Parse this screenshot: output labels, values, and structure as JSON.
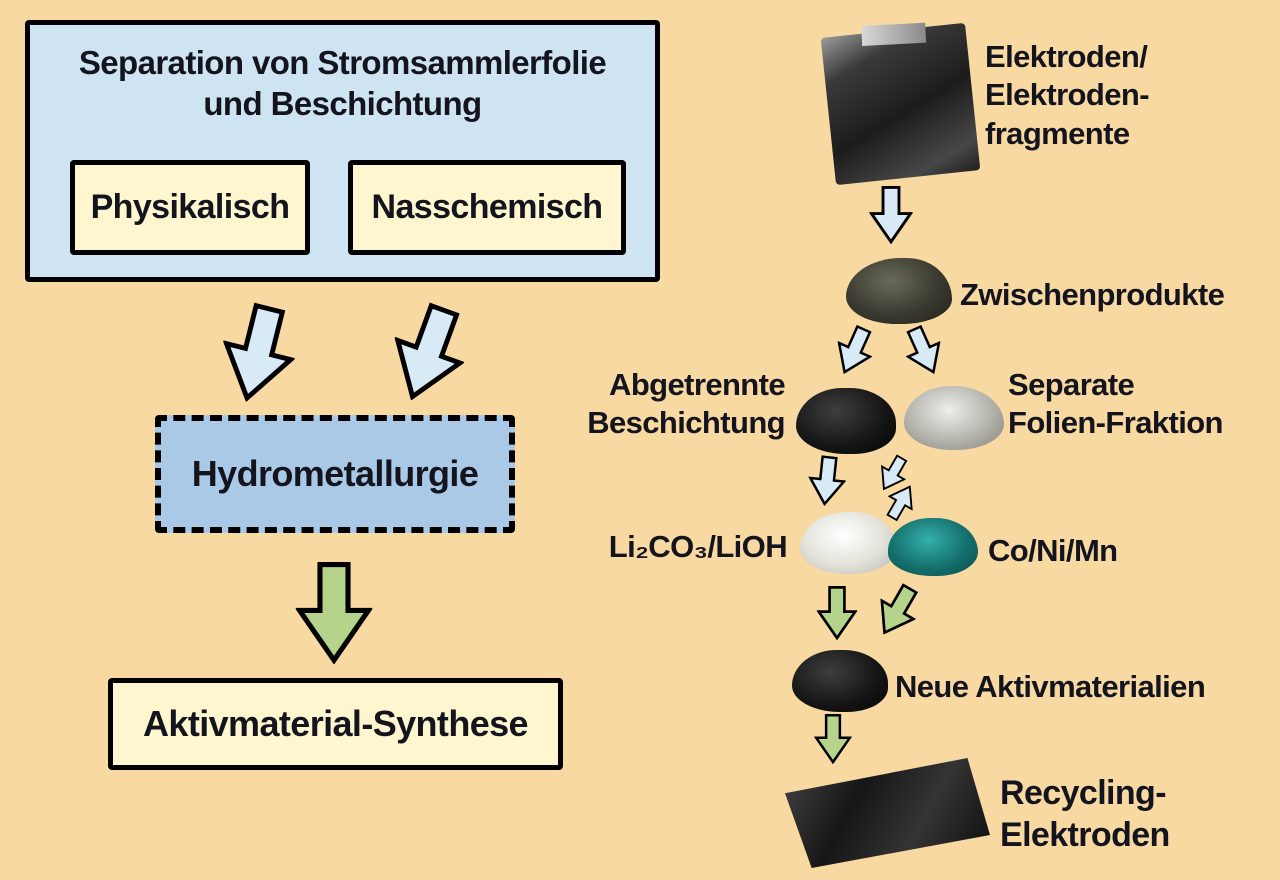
{
  "colors": {
    "background": "#f8d9a1",
    "panel_blue": "#cfe4f2",
    "panel_blue_dark": "#a9c9e6",
    "panel_cream": "#fdf6ce",
    "arrow_blue": "#d8eaf6",
    "arrow_green": "#b6d38c",
    "outline": "#000000",
    "text": "#14141e"
  },
  "left_flow": {
    "separation_title": "Separation von Stromsammlerfolie\nund Beschichtung",
    "physikalisch_label": "Physikalisch",
    "nasschemisch_label": "Nasschemisch",
    "hydrometallurgie_label": "Hydrometallurgie",
    "synthese_label": "Aktivmaterial-Synthese"
  },
  "right_flow": {
    "elektroden_label": "Elektroden/\nElektroden-\nfragmente",
    "zwischenprodukte_label": "Zwischenprodukte",
    "beschichtung_label": "Abgetrennte\nBeschichtung",
    "folien_label": "Separate\nFolien-Fraktion",
    "lithium_label": "Li₂CO₃/LiOH",
    "metalle_label": "Co/Ni/Mn",
    "aktivmaterialien_label": "Neue Aktivmaterialien",
    "recycling_label": "Recycling-\nElektroden"
  },
  "icons": {
    "block_arrow_down_blue": "down-arrow-icon (blue block arrow)",
    "block_arrow_down_green": "down-arrow-icon (green block arrow)",
    "recycle_cycle": "recycle-arrows-icon (two chasing arrows)"
  }
}
